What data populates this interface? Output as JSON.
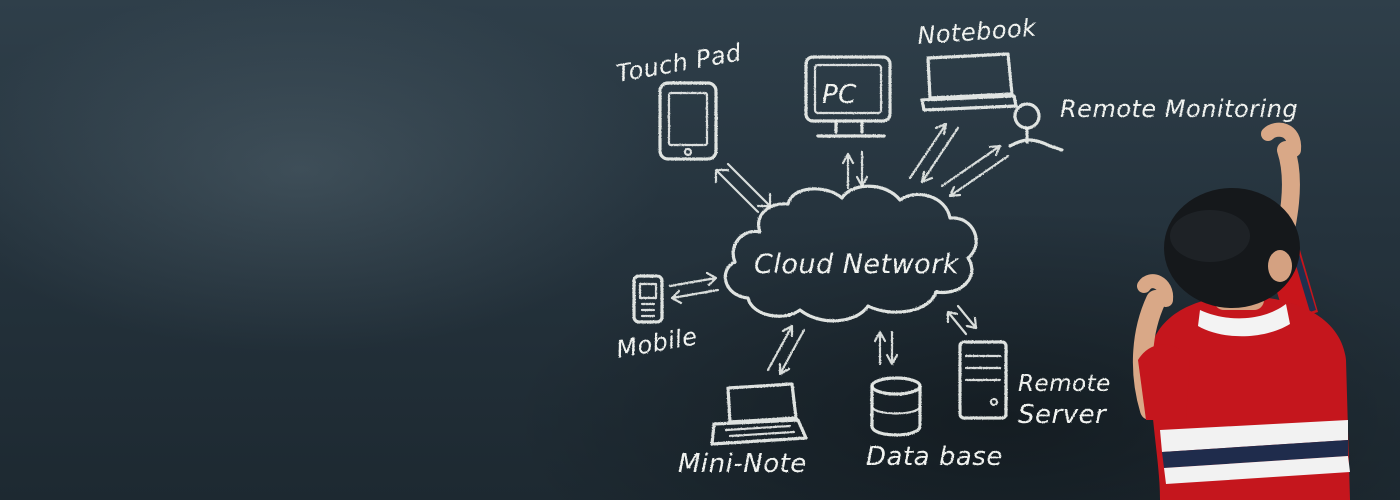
{
  "diagram": {
    "center": "Cloud Network",
    "nodes": {
      "touchpad": "Touch Pad",
      "pc": "PC",
      "notebook": "Notebook",
      "remote_monitoring": "Remote Monitoring",
      "mobile": "Mobile",
      "mini_note": "Mini-Note",
      "database": "Data base",
      "remote_server_line1": "Remote",
      "remote_server_line2": "Server"
    }
  }
}
